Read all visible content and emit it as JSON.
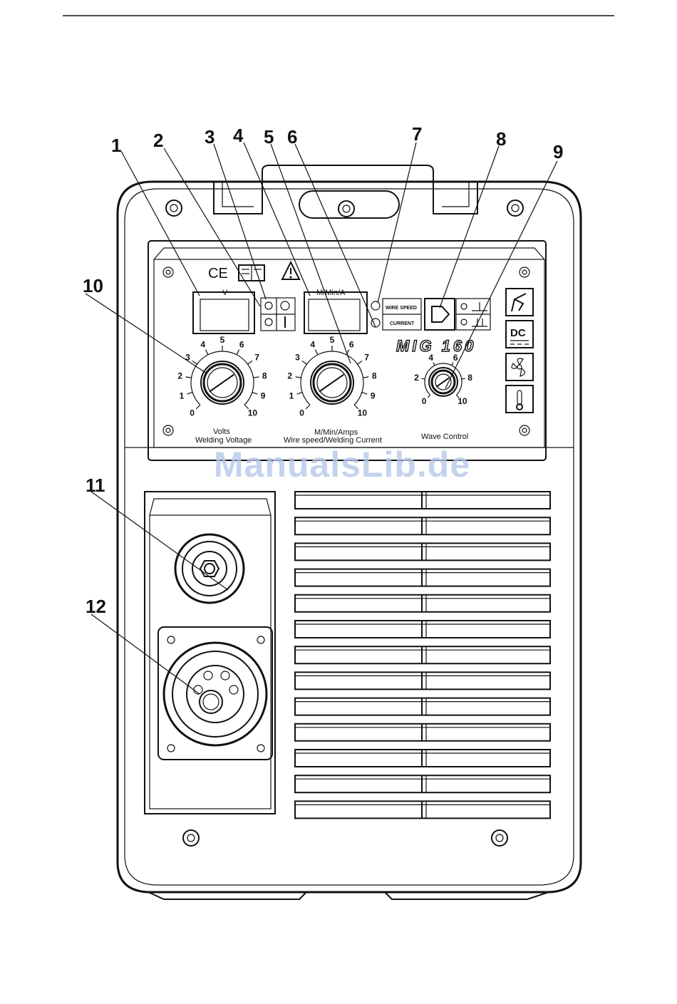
{
  "figure": {
    "callouts": [
      "1",
      "2",
      "3",
      "4",
      "5",
      "6",
      "7",
      "8",
      "9",
      "10",
      "11",
      "12"
    ],
    "panel": {
      "logos": {
        "ce_mark": "CE",
        "manual_icon": "manual-book-icon",
        "warning_icon": "warning-triangle-icon"
      },
      "display_left_label": "V",
      "display_right_label": "M/Min/A",
      "mode_indicators": [
        "WIRE SPEED",
        "CURRENT"
      ],
      "model_name": "MIG 160",
      "dc_label": "DC",
      "knob_voltage": {
        "scale": [
          "0",
          "1",
          "2",
          "3",
          "4",
          "5",
          "6",
          "7",
          "8",
          "9",
          "10"
        ],
        "caption_unit": "Volts",
        "caption": "Welding Voltage"
      },
      "knob_wire": {
        "scale": [
          "0",
          "1",
          "2",
          "3",
          "4",
          "5",
          "6",
          "7",
          "8",
          "9",
          "10"
        ],
        "caption_unit": "M/Min/Amps",
        "caption": "Wire speed/Welding Current"
      },
      "knob_wave": {
        "scale": [
          "0",
          "2",
          "4",
          "6",
          "8",
          "10"
        ],
        "caption": "Wave Control"
      },
      "side_icons": [
        "torch-icon",
        "dc-icon",
        "fan-icon",
        "thermometer-icon"
      ]
    }
  },
  "watermark": "ManualsLib.de"
}
